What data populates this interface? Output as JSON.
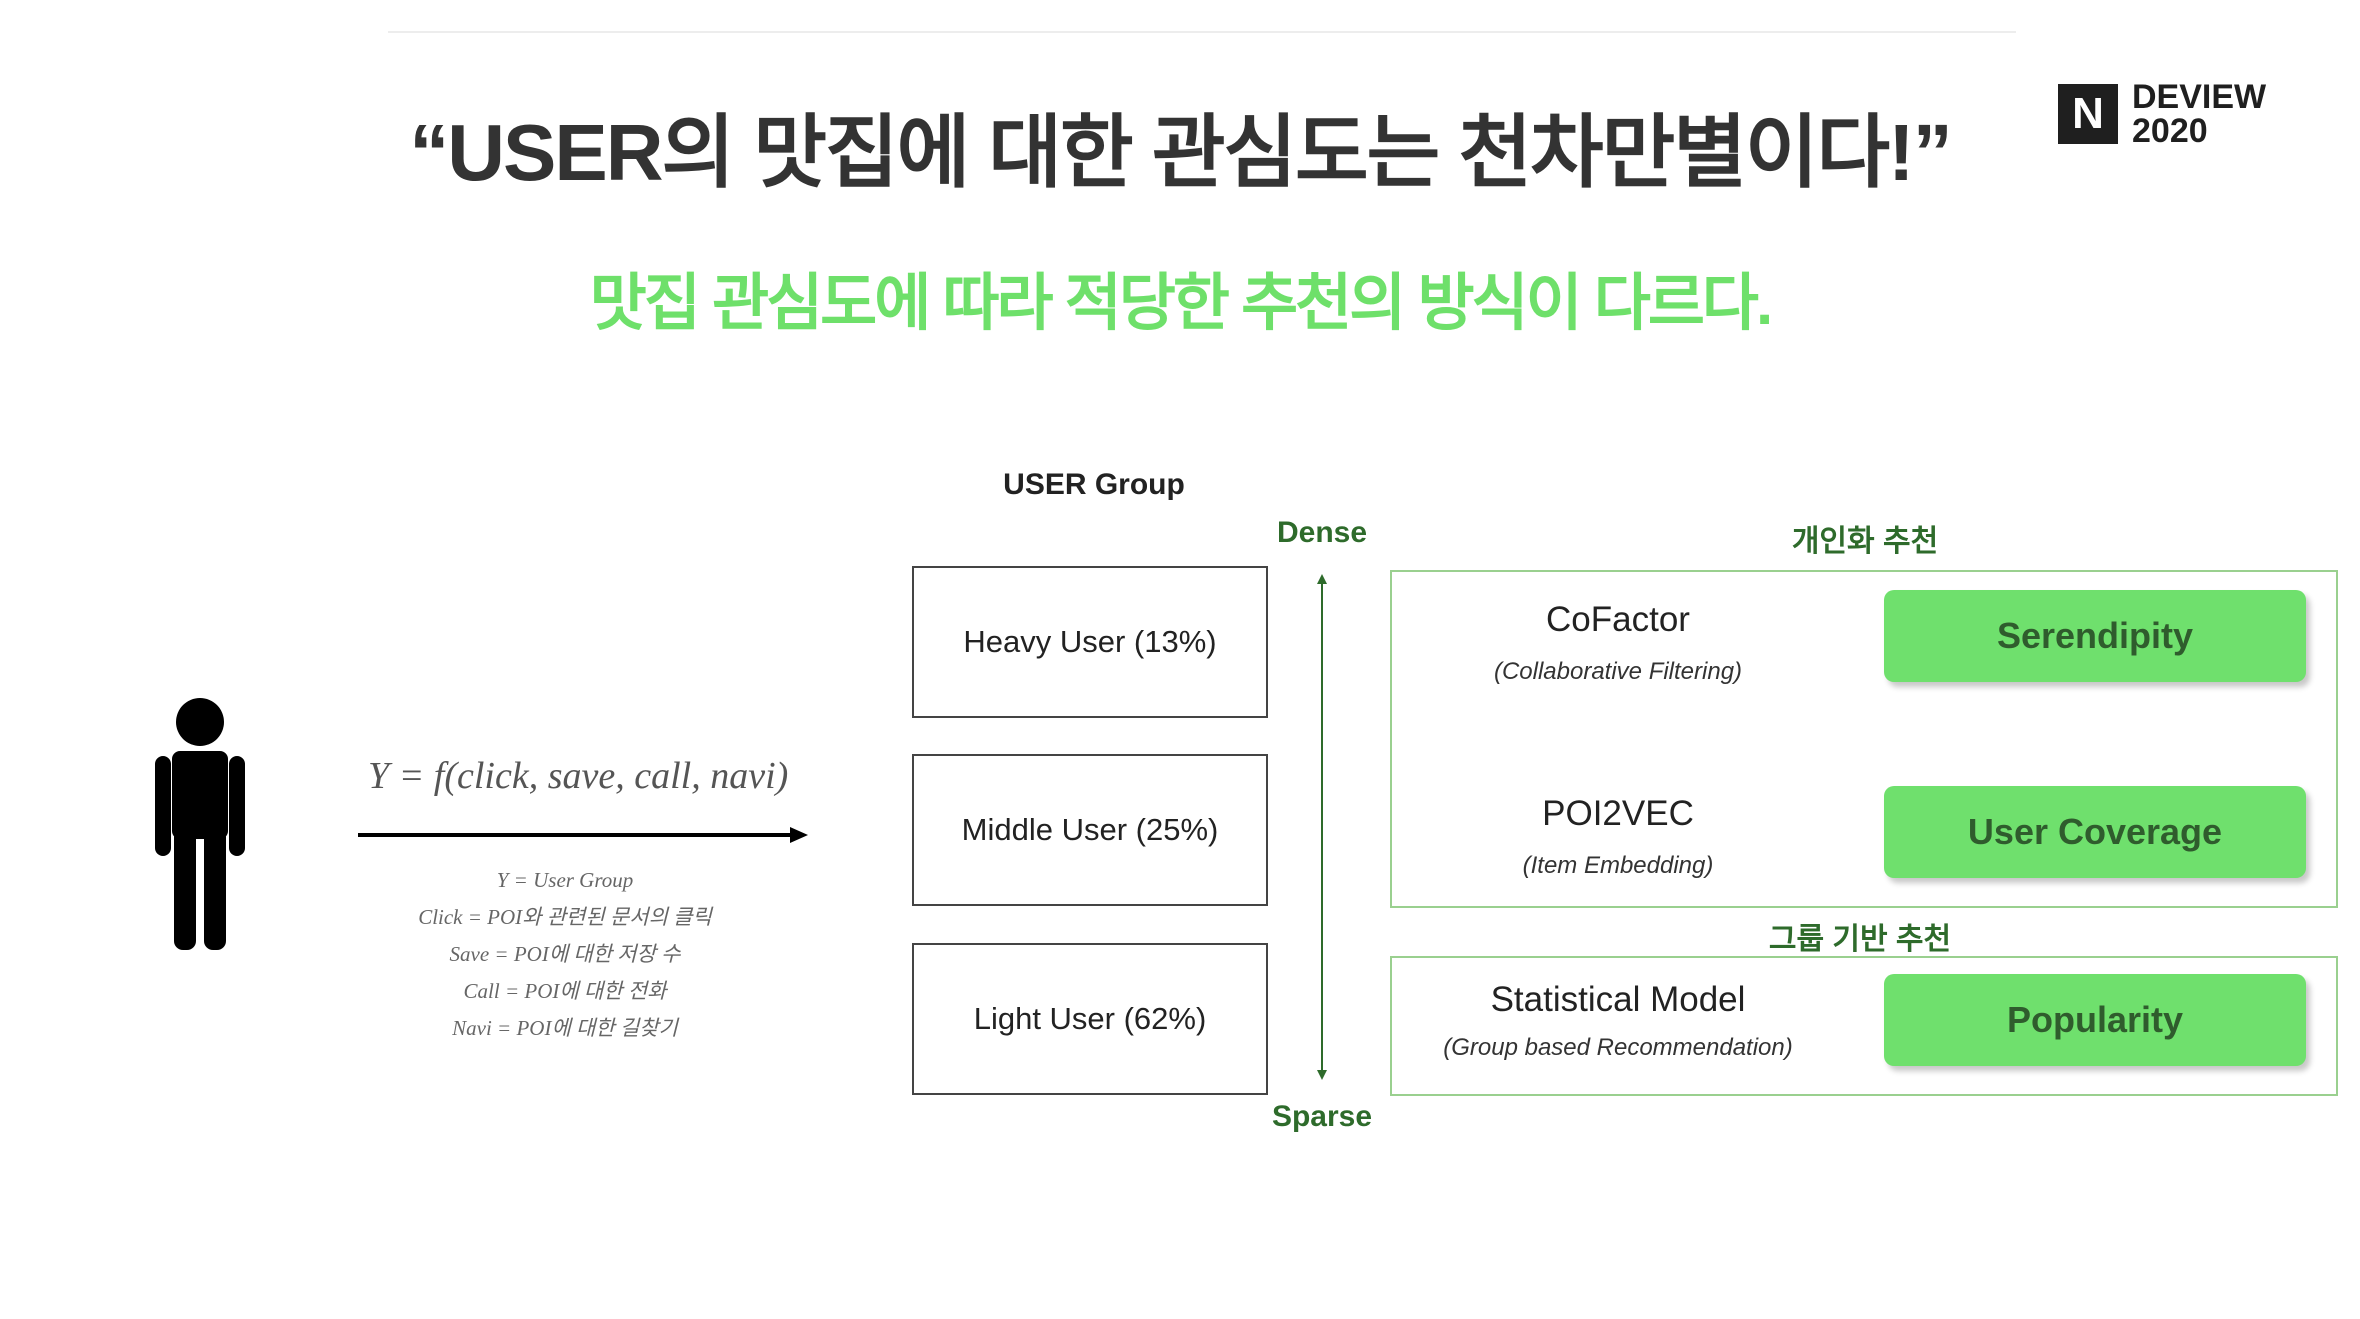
{
  "header": {
    "title": "“USER의 맛집에 대한 관심도는 천차만별이다!”",
    "subtitle": "맛집 관심도에 따라 적당한 추천의 방식이 다르다.",
    "logo": {
      "mark": "N",
      "line1": "DEVIEW",
      "line2": "2020"
    }
  },
  "left": {
    "formula": "Y = f(click, save, call, navi)",
    "legend": [
      "Y = User Group",
      "Click = POI와 관련된 문서의 클릭",
      "Save = POI에 대한 저장 수",
      "Call = POI에 대한 전화",
      "Navi = POI에 대한 길찾기"
    ]
  },
  "groups": {
    "title": "USER Group",
    "items": [
      {
        "label": "Heavy User (13%)"
      },
      {
        "label": "Middle User (25%)"
      },
      {
        "label": "Light User (62%)"
      }
    ],
    "dense_label": "Dense",
    "sparse_label": "Sparse"
  },
  "personal": {
    "label": "개인화 추천",
    "models": [
      {
        "name": "CoFactor",
        "sub": "(Collaborative Filtering)",
        "badge": "Serendipity"
      },
      {
        "name": "POI2VEC",
        "sub": "(Item Embedding)",
        "badge": "User Coverage"
      }
    ]
  },
  "group_based": {
    "label": "그룹 기반 추천",
    "models": [
      {
        "name": "Statistical Model",
        "sub": "(Group based Recommendation)",
        "badge": "Popularity"
      }
    ]
  },
  "colors": {
    "accent_green": "#6ee06a",
    "dark_green": "#2e6b2b",
    "frame_green": "#9ad08f"
  }
}
